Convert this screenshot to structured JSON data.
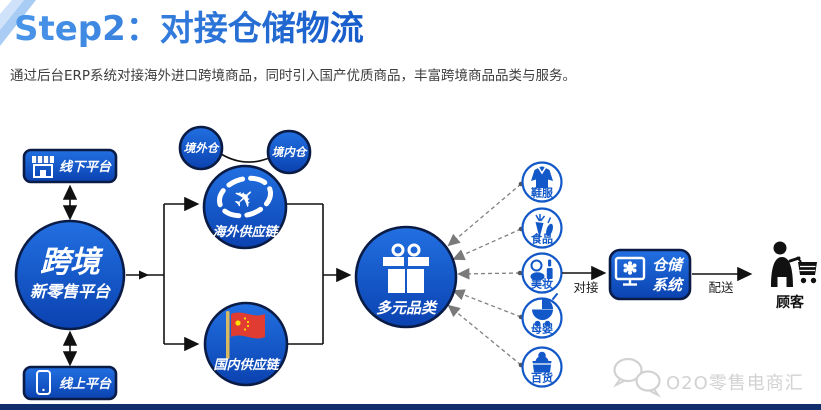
{
  "page": {
    "title": "Step2：对接仓储物流",
    "subtitle": "通过后台ERP系统对接海外进口跨境商品，同时引入国产优质商品，丰富跨境商品品类与服务。"
  },
  "colors": {
    "primary_blue": "#1258c8",
    "node_fill_top": "#2270e2",
    "node_fill_bottom": "#0b42b0",
    "node_border": "#0a1c46",
    "title_gradient_start": "#4a96e9",
    "title_gradient_end": "#0c4fc4",
    "watermark_gray": "#d2d2d2",
    "bottom_bar": "#0f2e6b"
  },
  "diagram": {
    "platform_hub": {
      "line1": "跨境",
      "line2": "新零售平台"
    },
    "offline_platform": {
      "label": "线下平台",
      "icon": "storefront-icon"
    },
    "online_platform": {
      "label": "线上平台",
      "icon": "smartphone-icon"
    },
    "overseas_warehouse": {
      "label": "境外仓"
    },
    "domestic_warehouse": {
      "label": "境内仓"
    },
    "overseas_supply_chain": {
      "label": "海外供应链",
      "icon": "airplane-globe-icon",
      "icon_glyph": "✈"
    },
    "domestic_supply_chain": {
      "label": "国内供应链",
      "icon": "china-flag-icon"
    },
    "categories_hub": {
      "label": "多元品类",
      "icon": "gift-icon"
    },
    "categories": [
      {
        "label": "鞋服",
        "icon": "clothing-icon"
      },
      {
        "label": "食品",
        "icon": "food-icon"
      },
      {
        "label": "美妆",
        "icon": "cosmetics-icon"
      },
      {
        "label": "母婴",
        "icon": "stroller-icon"
      },
      {
        "label": "百货",
        "icon": "basket-icon"
      }
    ],
    "warehouse_system": {
      "line1": "仓储",
      "line2": "系统",
      "icon": "monitor-gear-icon"
    },
    "customer": {
      "label": "顾客",
      "icon": "shopper-cart-icon"
    },
    "arrow_labels": {
      "connect": "对接",
      "delivery": "配送"
    }
  },
  "watermark": {
    "text": "O2O零售电商汇",
    "icon": "chat-bubbles-logo"
  }
}
